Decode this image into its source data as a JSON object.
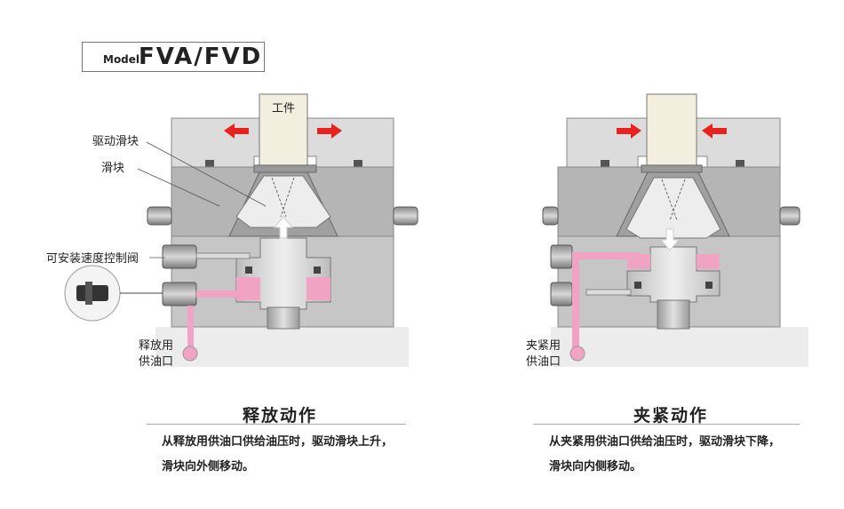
{
  "model": {
    "prefix": "Model",
    "name": "FVA/FVD"
  },
  "left": {
    "workpiece": "工件",
    "label_drive_slider": "驱动滑块",
    "label_slider": "滑块",
    "label_speed_valve": "可安装速度控制阀",
    "port_line1": "释放用",
    "port_line2": "供油口",
    "title": "释放动作",
    "desc1": "从释放用供油口供给油压时，驱动滑块上升，",
    "desc2": "滑块向外侧移动。"
  },
  "right": {
    "port_line1": "夹紧用",
    "port_line2": "供油口",
    "title": "夹紧动作",
    "desc1": "从夹紧用供油口供给油压时，驱动滑块下降，",
    "desc2": "滑块向内侧移动。"
  },
  "colors": {
    "arrow_red": "#e8231f",
    "oil_pink": "#f1a3c4",
    "body_gray": "#b5b5b5",
    "light_gray": "#dcdcdc"
  }
}
